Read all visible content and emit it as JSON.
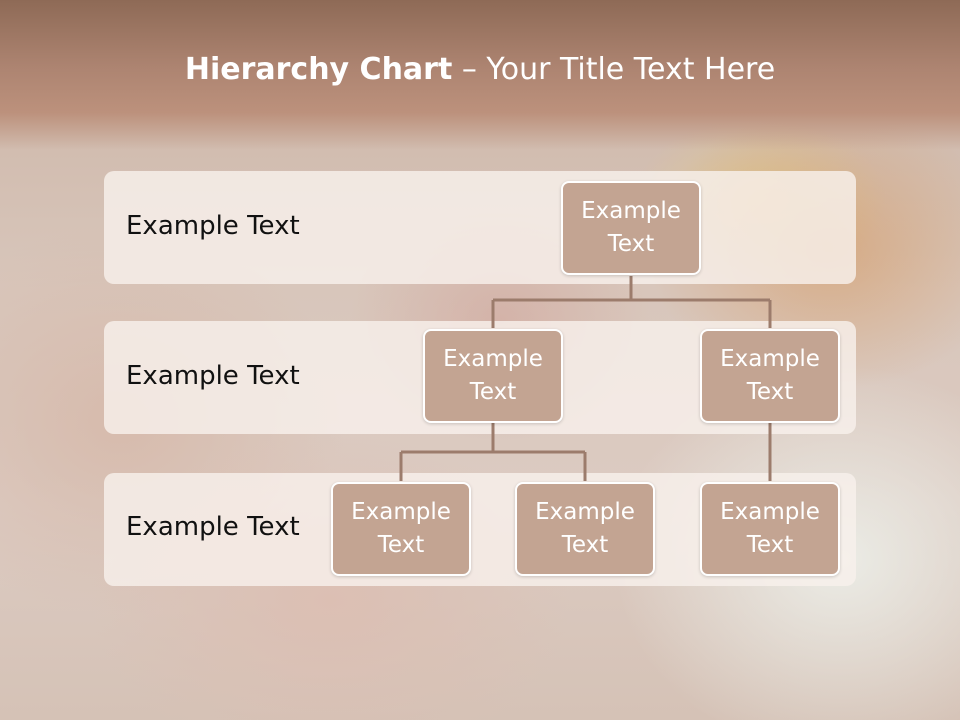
{
  "title": {
    "bold": "Hierarchy Chart",
    "separator": " – ",
    "rest": "Your Title Text Here"
  },
  "levels": [
    {
      "label": "Example Text"
    },
    {
      "label": "Example Text"
    },
    {
      "label": "Example Text"
    }
  ],
  "nodes": {
    "root": "Example Text",
    "level2_left": "Example Text",
    "level2_right": "Example Text",
    "level3_left": "Example Text",
    "level3_middle": "Example Text",
    "level3_right": "Example Text"
  },
  "colors": {
    "header": "#ad8471",
    "node_fill": "#c3a492",
    "node_border": "#ffffff",
    "band_fill": "#f8f0ec",
    "connector": "#9c7c6c"
  }
}
